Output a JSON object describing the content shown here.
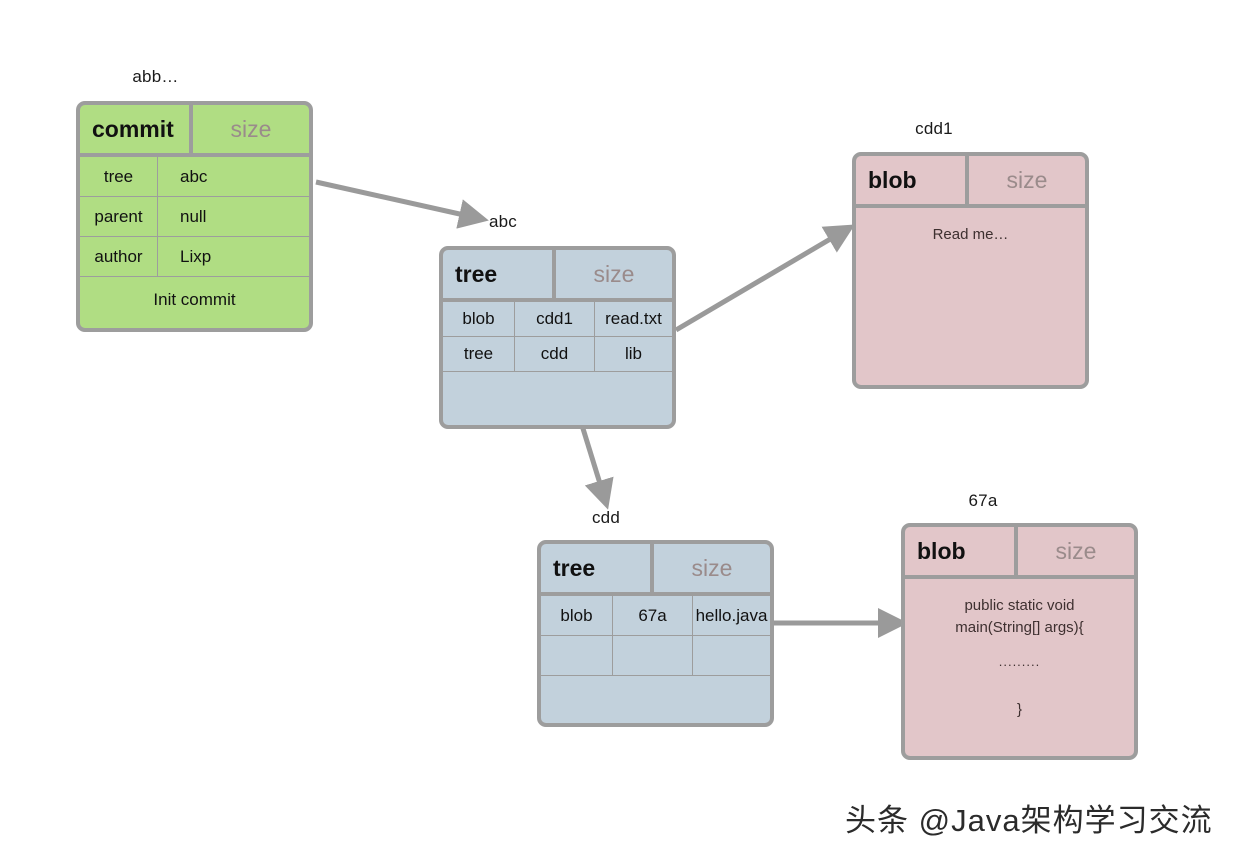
{
  "diagram": {
    "title_watermark": "头条 @Java架构学习交流",
    "colors": {
      "commit_fill": "#b0dd83",
      "tree_fill": "#c2d1dc",
      "blob_fill": "#e2c6c9",
      "border": "#9d9d9d",
      "arrow": "#9a9a9a",
      "size_text": "#9a8b8b"
    }
  },
  "nodes": {
    "commit": {
      "label": "abb…",
      "type": "commit",
      "size": "size",
      "rows": [
        {
          "key": "tree",
          "value": "abc"
        },
        {
          "key": "parent",
          "value": "null"
        },
        {
          "key": "author",
          "value": "Lixp"
        }
      ],
      "message": "Init commit"
    },
    "tree_abc": {
      "label": "abc",
      "type": "tree",
      "size": "size",
      "entries": [
        {
          "kind": "blob",
          "hash": "cdd1",
          "name": "read.txt"
        },
        {
          "kind": "tree",
          "hash": "cdd",
          "name": "lib"
        },
        {
          "kind": "",
          "hash": "",
          "name": ""
        }
      ]
    },
    "blob_cdd1": {
      "label": "cdd1",
      "type": "blob",
      "size": "size",
      "content": "Read me…"
    },
    "tree_cdd": {
      "label": "cdd",
      "type": "tree",
      "size": "size",
      "entries": [
        {
          "kind": "blob",
          "hash": "67a",
          "name": "hello.java"
        },
        {
          "kind": "",
          "hash": "",
          "name": ""
        },
        {
          "kind": "",
          "hash": "",
          "name": ""
        }
      ]
    },
    "blob_67a": {
      "label": "67a",
      "type": "blob",
      "size": "size",
      "code_line1": "public static void",
      "code_line2": "main(String[] args){",
      "code_dots": ".........",
      "code_close": "}"
    }
  },
  "edges": [
    {
      "from": "commit",
      "to": "tree_abc"
    },
    {
      "from": "tree_abc",
      "to": "blob_cdd1"
    },
    {
      "from": "tree_abc",
      "to": "tree_cdd"
    },
    {
      "from": "tree_cdd",
      "to": "blob_67a"
    }
  ]
}
